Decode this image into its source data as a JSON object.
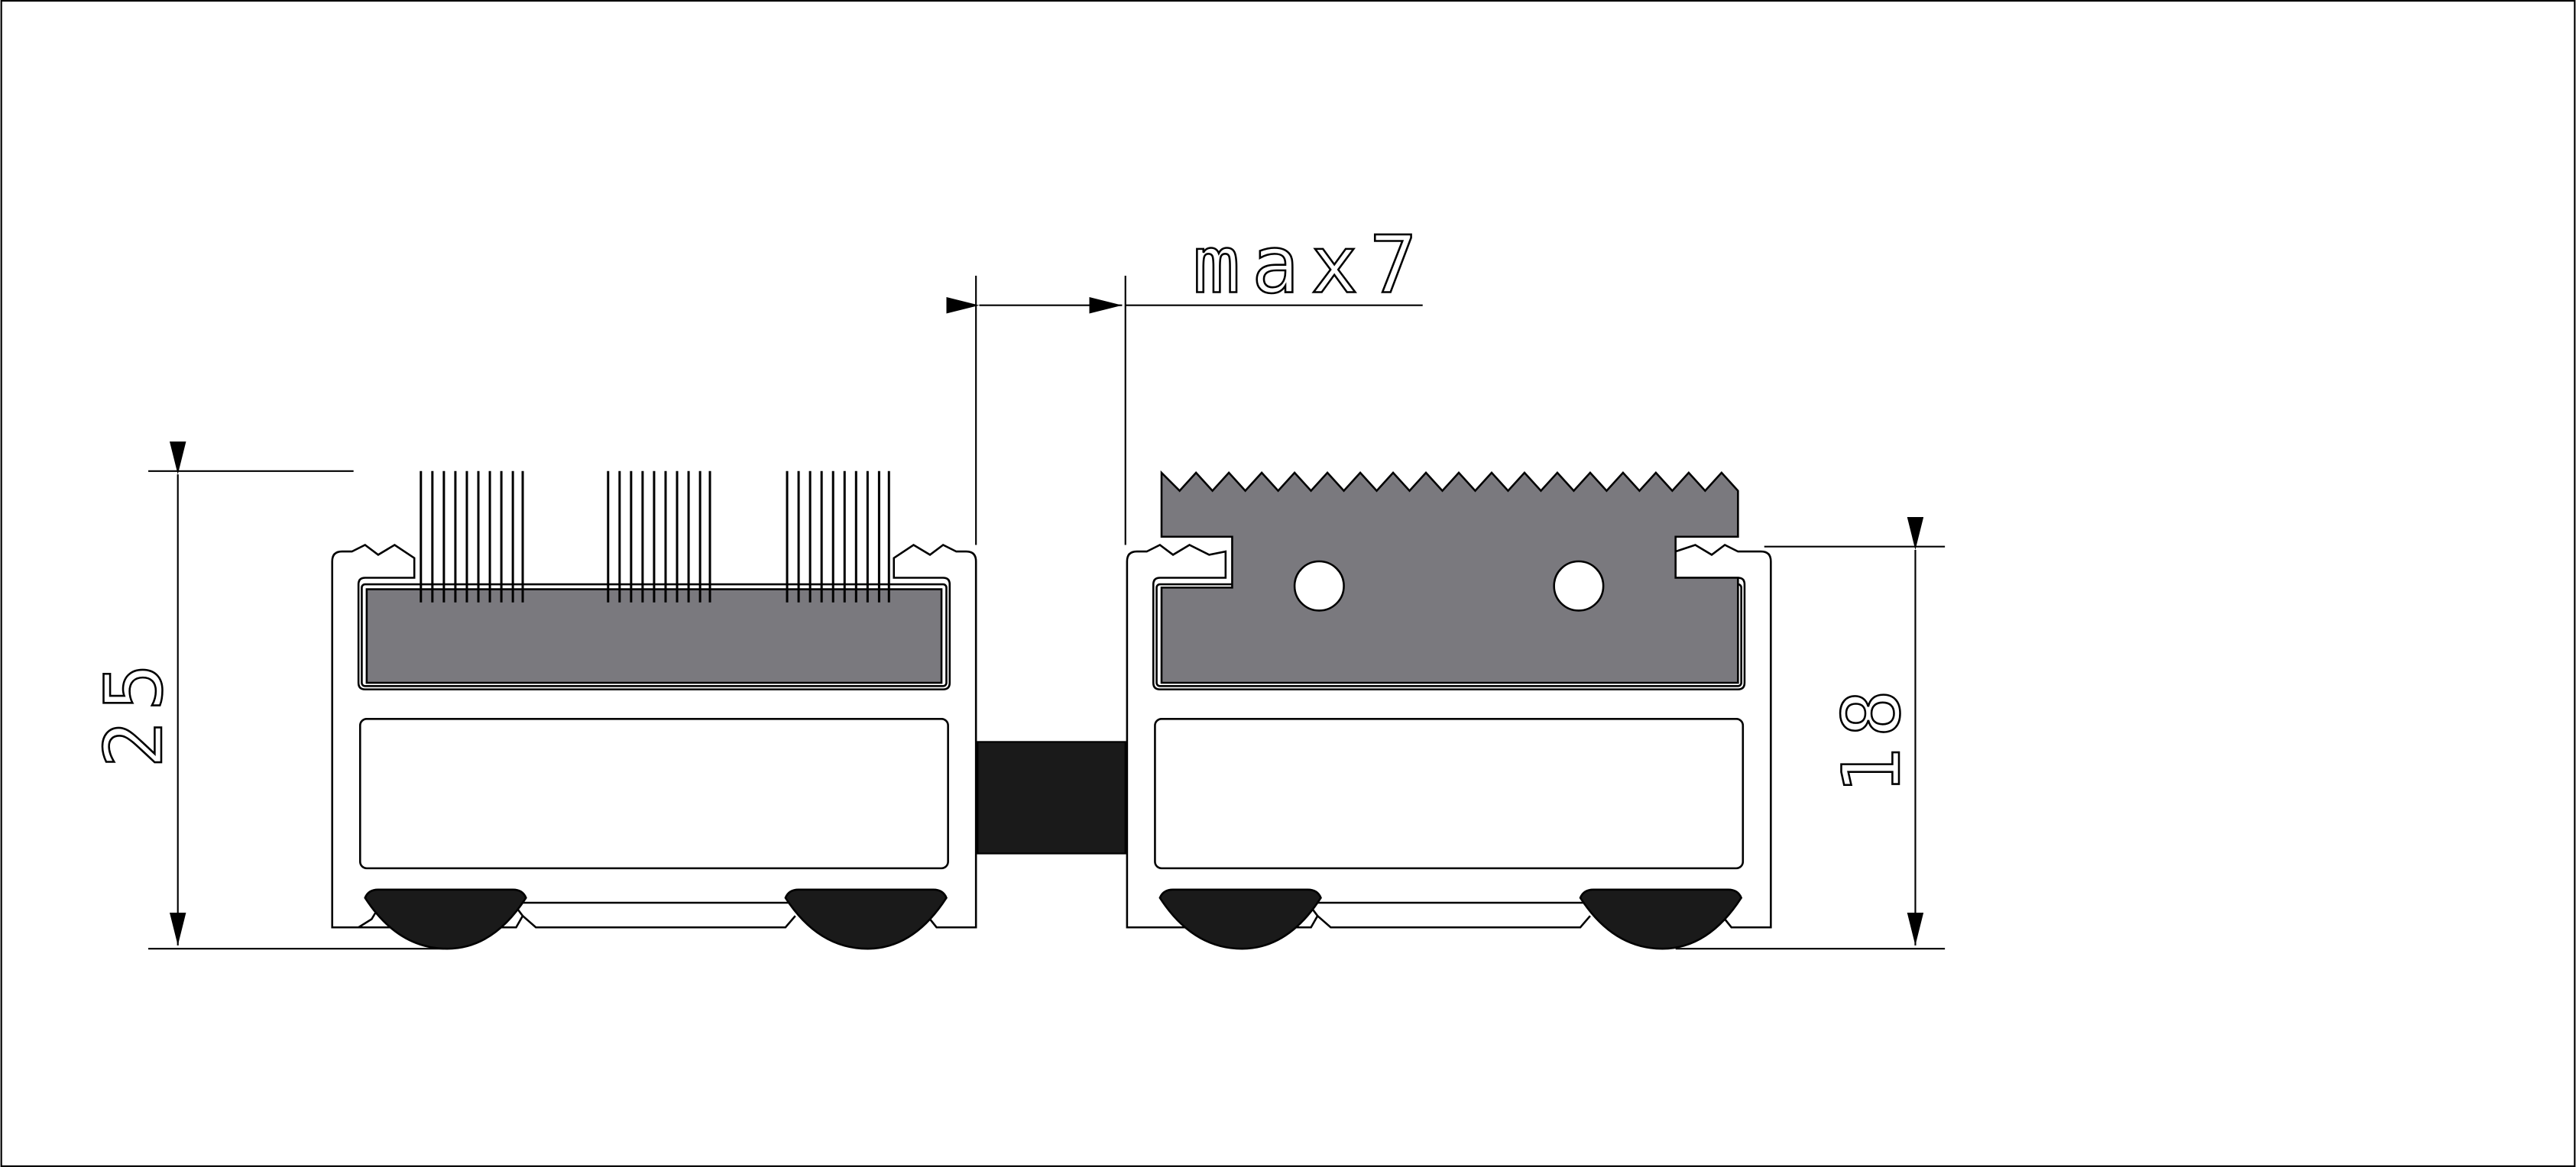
{
  "dimensions": {
    "height_left": "25",
    "height_right": "18",
    "gap": "max7"
  },
  "colors": {
    "line": "#000000",
    "insert_gray": "#7a797e",
    "pad_black": "#1a1a1a",
    "background": "#ffffff"
  }
}
